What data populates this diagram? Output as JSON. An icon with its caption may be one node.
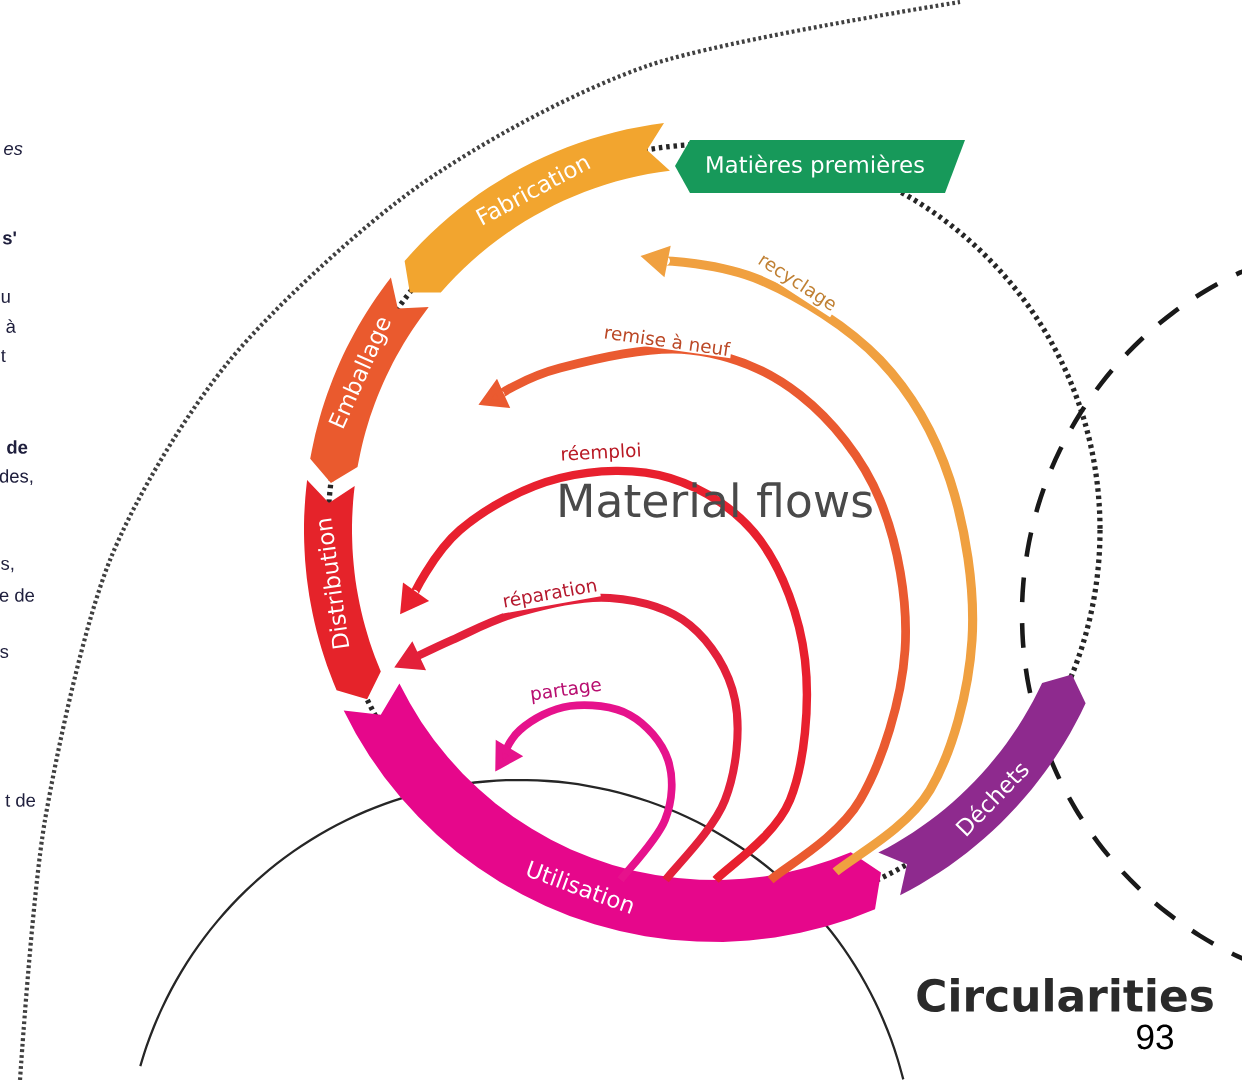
{
  "diagram": {
    "nodes": [
      {
        "text": [
          "Matières premières"
        ]
      },
      {
        "text": [
          "Fabrication"
        ]
      },
      {
        "text": [
          "Emballage"
        ]
      },
      {
        "text": [
          "Distribution"
        ]
      },
      {
        "text": [
          "Utilisation"
        ]
      },
      {
        "text": [
          "Déchets"
        ]
      }
    ],
    "edges": [
      {
        "from": 4,
        "to": null,
        "arrow": "to",
        "label": "recyclage",
        "color": "#f0a040"
      },
      {
        "from": 4,
        "to": null,
        "arrow": "to",
        "label": "remise à neuf",
        "color": "#ea5a30"
      },
      {
        "from": 4,
        "to": 3,
        "arrow": "to",
        "label": "réemploi",
        "color": "#e8202e"
      },
      {
        "from": 4,
        "to": 3,
        "arrow": "to",
        "label": "réparation",
        "color": "#e3203a"
      },
      {
        "from": 4,
        "to": null,
        "arrow": "to",
        "label": "partage",
        "color": "#e6128c"
      }
    ],
    "labels": [
      "es",
      "s'",
      "u",
      "à",
      "t",
      "de",
      "des,",
      "s,",
      "e de",
      "s",
      "t de",
      "Material flows",
      "Circularities",
      "93"
    ]
  }
}
